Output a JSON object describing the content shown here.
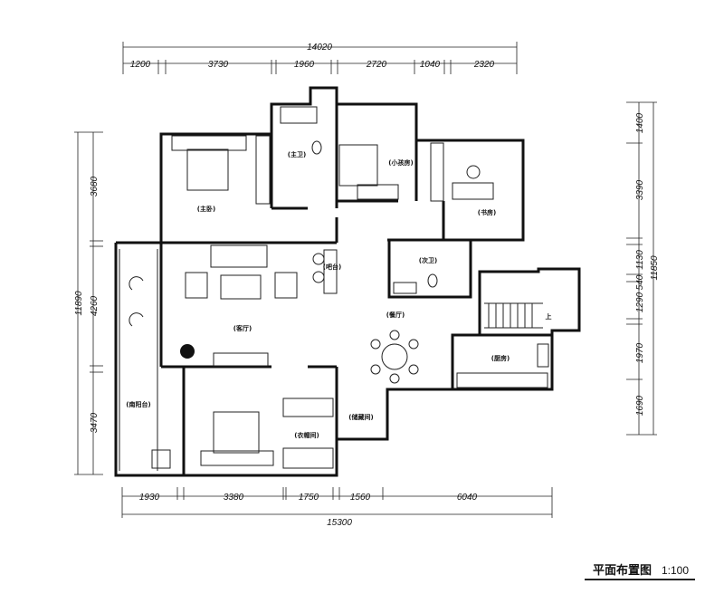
{
  "title": {
    "name": "平面布置图",
    "scale": "1:100"
  },
  "dimensions": {
    "top_total": "14020",
    "top_segments": [
      "1200",
      "3730",
      "1960",
      "2720",
      "1040",
      "2320"
    ],
    "bottom_total": "15300",
    "bottom_segments": [
      "1930",
      "3380",
      "1750",
      "1560",
      "6040"
    ],
    "left_total": "11890",
    "left_segments": [
      "3680",
      "4260",
      "3470"
    ],
    "right_total": "11850",
    "right_segments": [
      "1400",
      "3390",
      "1130",
      "540",
      "1290",
      "1970",
      "1690"
    ]
  },
  "rooms": {
    "master_bedroom": "(主卧)",
    "master_bath": "(主卫)",
    "kids_room": "(小孩房)",
    "study": "(书房)",
    "bar": "(吧台)",
    "second_bath": "(次卫)",
    "living_room": "(客厅)",
    "dining_room": "(餐厅)",
    "kitchen": "(厨房)",
    "south_balcony": "(南阳台)",
    "walk_in_closet": "(衣帽间)",
    "storage": "(储藏间)",
    "stairs_up": "上"
  }
}
